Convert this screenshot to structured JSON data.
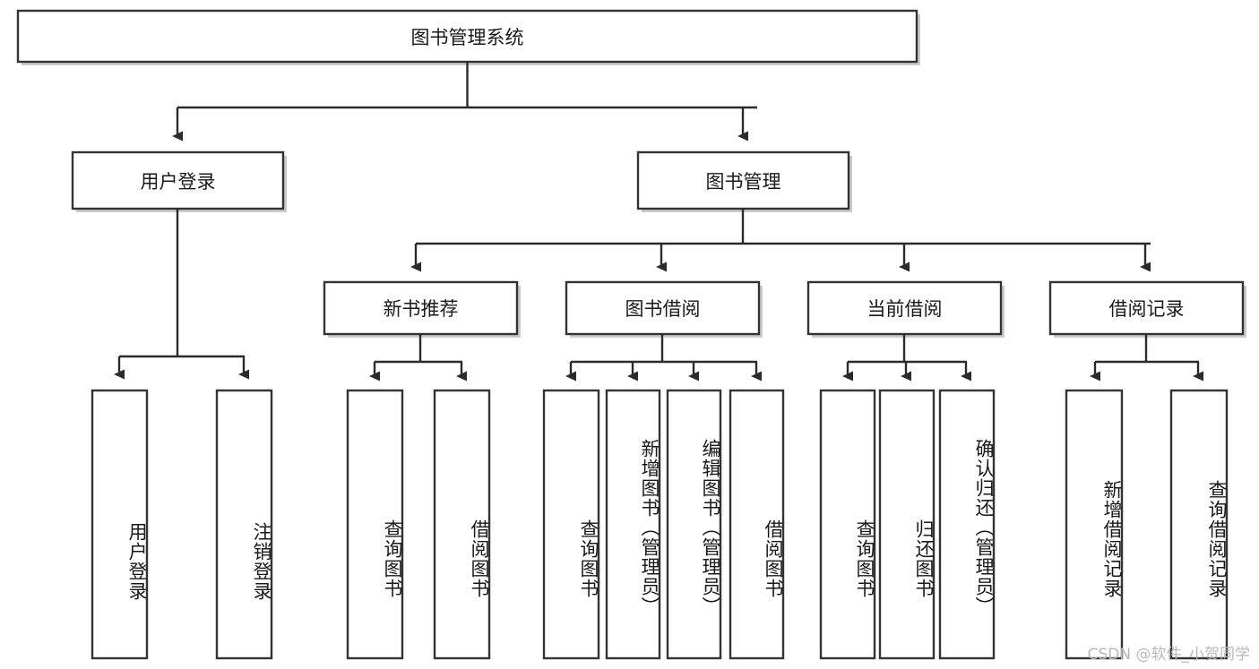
{
  "diagram": {
    "type": "tree-hierarchy",
    "title": "图书管理系统",
    "watermark": "CSDN @软件_小贺同学",
    "colors": {
      "box_border": "#333333",
      "box_fill": "#ffffff",
      "connector": "#2b2b2b",
      "text": "#1a1a1a",
      "watermark": "#b9b9b9",
      "canvas": "#ffffff"
    },
    "root": {
      "label": "图书管理系统"
    },
    "level2": [
      {
        "label": "用户登录"
      },
      {
        "label": "图书管理"
      }
    ],
    "level3": [
      {
        "label": "新书推荐"
      },
      {
        "label": "图书借阅"
      },
      {
        "label": "当前借阅"
      },
      {
        "label": "借阅记录"
      }
    ],
    "leaves": {
      "user_login": [
        {
          "label": "用户登录"
        },
        {
          "label": "注销登录"
        }
      ],
      "new_book_recommend": [
        {
          "label": "查询图书"
        },
        {
          "label": "借阅图书"
        }
      ],
      "book_borrow": [
        {
          "label": "查询图书"
        },
        {
          "label": "新增图书（管理员）"
        },
        {
          "label": "编辑图书（管理员）"
        },
        {
          "label": "借阅图书"
        }
      ],
      "current_borrow": [
        {
          "label": "查询图书"
        },
        {
          "label": "归还图书"
        },
        {
          "label": "确认归还（管理员）"
        }
      ],
      "borrow_record": [
        {
          "label": "新增借阅记录"
        },
        {
          "label": "查询借阅记录"
        }
      ]
    }
  }
}
